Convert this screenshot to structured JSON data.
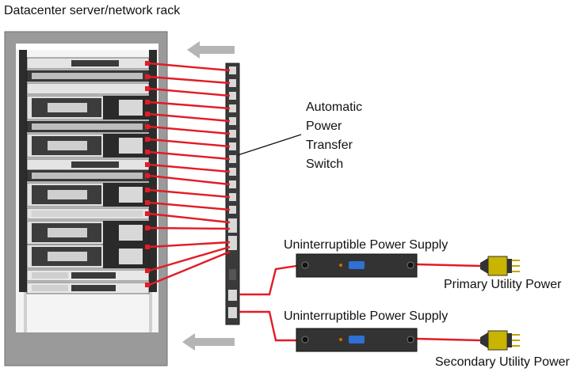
{
  "title": "Datacenter server/network rack",
  "ats": {
    "lines": [
      "Automatic",
      "Power",
      "Transfer",
      "Switch"
    ]
  },
  "ups": [
    {
      "label": "Uninterruptible Power Supply"
    },
    {
      "label": "Uninterruptible Power Supply"
    }
  ],
  "utility": {
    "primary": "Primary Utility Power",
    "secondary": "Secondary Utility Power"
  },
  "colors": {
    "cable": "#e21c24",
    "rack_frame": "#9a9a9a",
    "equipment": "#3a3a3a",
    "plug_gold": "#c9b400",
    "arrow": "#b5b5b5"
  }
}
